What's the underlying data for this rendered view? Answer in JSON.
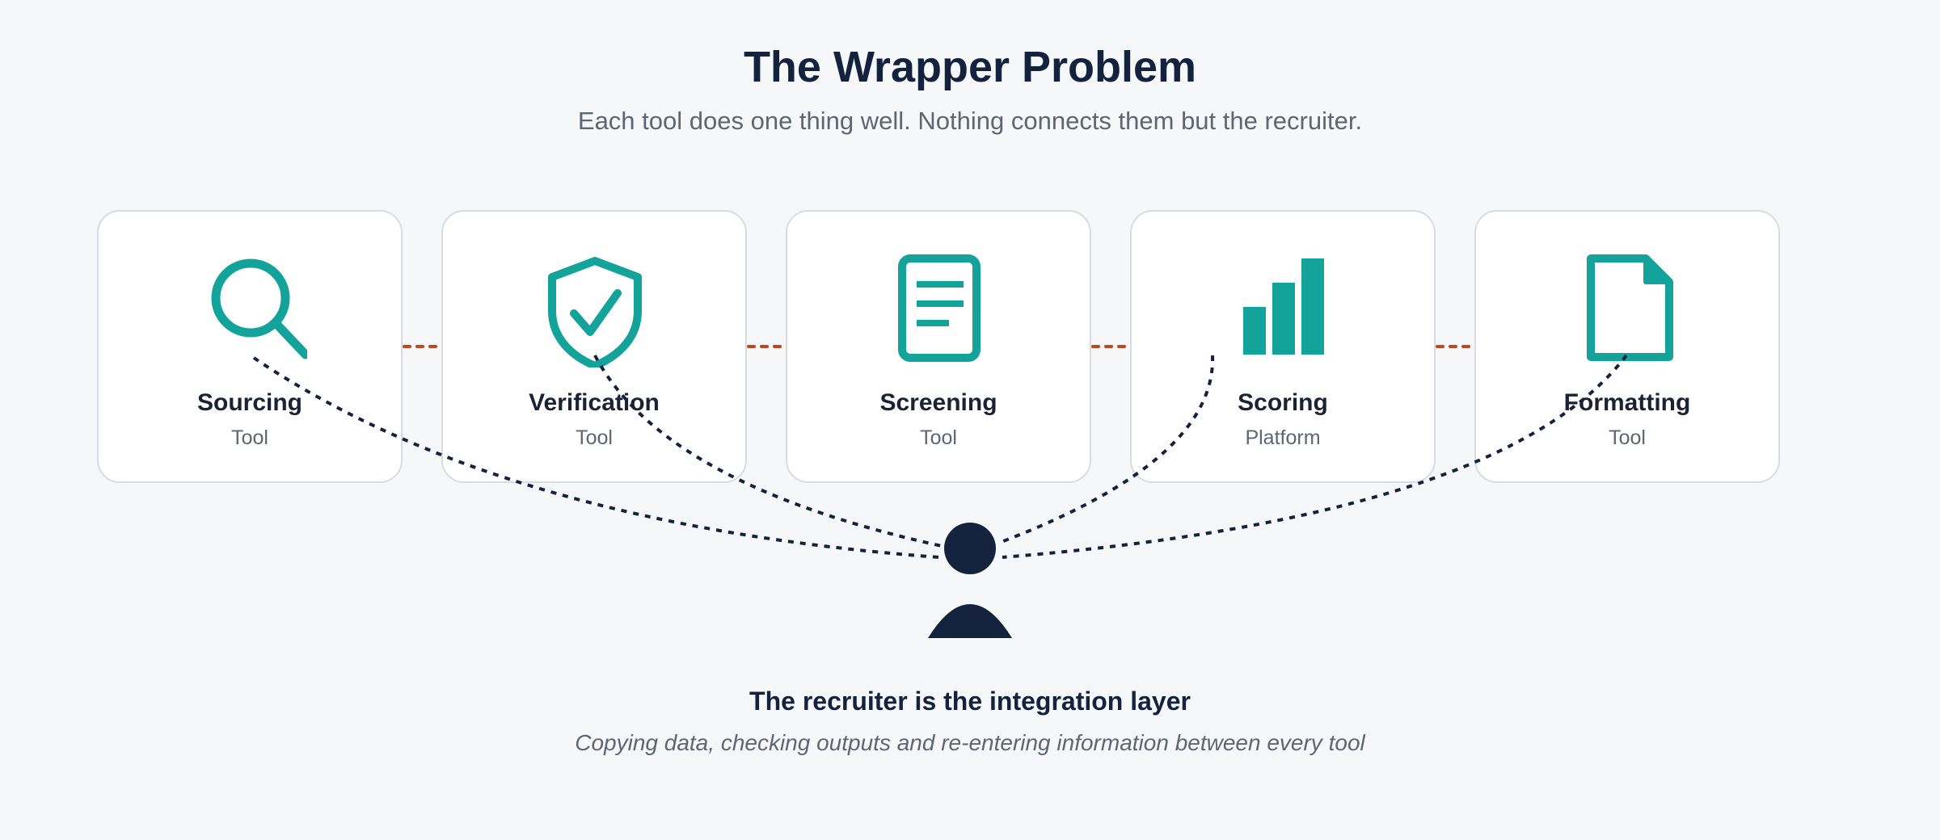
{
  "header": {
    "title": "The Wrapper Problem",
    "subtitle": "Each tool does one thing well. Nothing connects them but the recruiter."
  },
  "tools": [
    {
      "name": "Sourcing",
      "kind": "Tool",
      "icon": "search-icon"
    },
    {
      "name": "Verification",
      "kind": "Tool",
      "icon": "shield-check-icon"
    },
    {
      "name": "Screening",
      "kind": "Tool",
      "icon": "document-icon"
    },
    {
      "name": "Scoring",
      "kind": "Platform",
      "icon": "bar-chart-icon"
    },
    {
      "name": "Formatting",
      "kind": "Tool",
      "icon": "file-icon"
    }
  ],
  "recruiter": {
    "icon": "person-icon",
    "caption": "The recruiter is the integration layer",
    "description": "Copying data, checking outputs and re-entering information between every tool"
  },
  "colors": {
    "accent": "#14a39a",
    "connector": "#c2461c",
    "ink": "#15223d",
    "muted": "#5e6573"
  }
}
